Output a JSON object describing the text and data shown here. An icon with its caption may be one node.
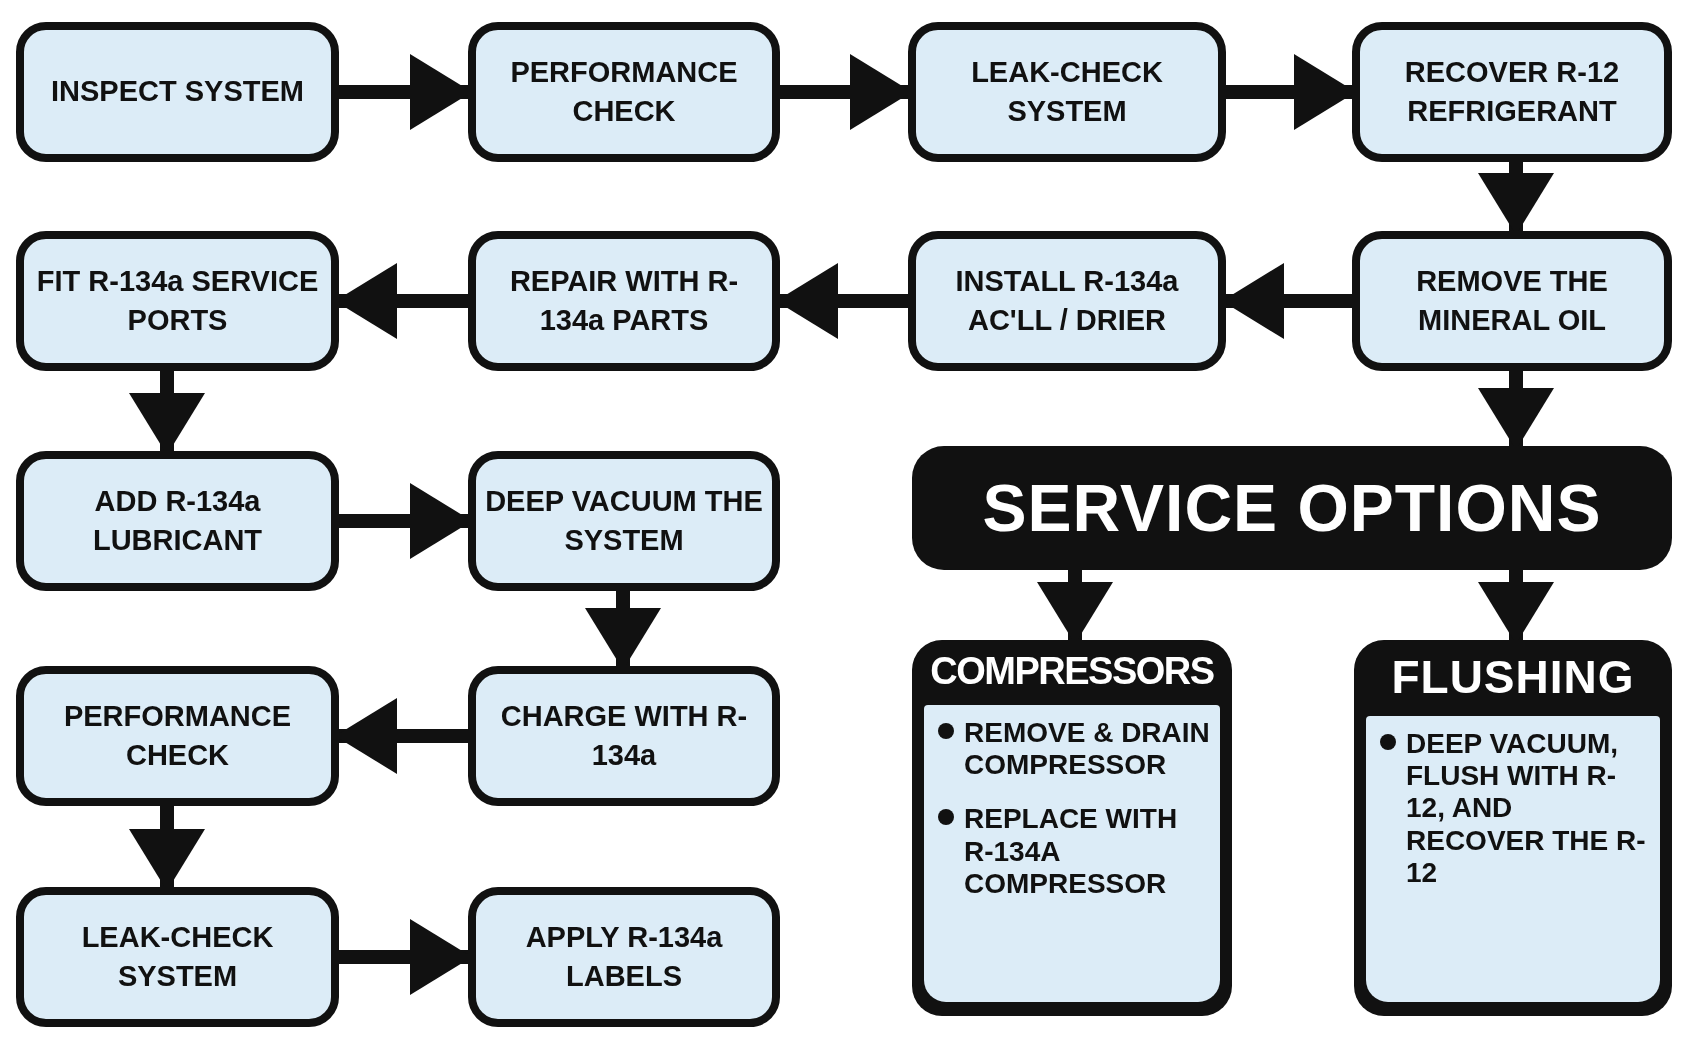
{
  "diagram": {
    "nodes": [
      {
        "text": [
          "INSPECT SYSTEM"
        ]
      },
      {
        "text": [
          "PERFORMANCE CHECK"
        ]
      },
      {
        "text": [
          "LEAK-CHECK SYSTEM"
        ]
      },
      {
        "text": [
          "RECOVER R-12 REFRIGERANT"
        ]
      },
      {
        "text": [
          "FIT R-134a SERVICE PORTS"
        ]
      },
      {
        "text": [
          "REPAIR WITH R-134a PARTS"
        ]
      },
      {
        "text": [
          "INSTALL R-134a AC'LL / DRIER"
        ]
      },
      {
        "text": [
          "REMOVE THE MINERAL OIL"
        ]
      },
      {
        "text": [
          "ADD R-134a LUBRICANT"
        ]
      },
      {
        "text": [
          "DEEP VACUUM THE SYSTEM"
        ]
      },
      {
        "text": [
          "SERVICE OPTIONS"
        ]
      },
      {
        "text": [
          "PERFORMANCE CHECK"
        ]
      },
      {
        "text": [
          "CHARGE WITH R-134a"
        ]
      },
      {
        "text": [
          "COMPRESSORS",
          "REMOVE & DRAIN COMPRESSOR",
          "REPLACE WITH R-134A COMPRESSOR"
        ]
      },
      {
        "text": [
          "FLUSHING",
          "DEEP VACUUM, FLUSH WITH R-12, AND RECOVER THE R-12"
        ]
      },
      {
        "text": [
          "LEAK-CHECK SYSTEM"
        ]
      },
      {
        "text": [
          "APPLY R-134a LABELS"
        ]
      }
    ],
    "edges": [
      {
        "from": 0,
        "to": 1,
        "arrow": "to"
      },
      {
        "from": 1,
        "to": 2,
        "arrow": "to"
      },
      {
        "from": 2,
        "to": 3,
        "arrow": "to"
      },
      {
        "from": 3,
        "to": 7,
        "arrow": "to"
      },
      {
        "from": 7,
        "to": 6,
        "arrow": "to"
      },
      {
        "from": 6,
        "to": 5,
        "arrow": "to"
      },
      {
        "from": 5,
        "to": 4,
        "arrow": "to"
      },
      {
        "from": 4,
        "to": 8,
        "arrow": "to"
      },
      {
        "from": 8,
        "to": 9,
        "arrow": "to"
      },
      {
        "from": 9,
        "to": 12,
        "arrow": "to"
      },
      {
        "from": 12,
        "to": 11,
        "arrow": "to"
      },
      {
        "from": 11,
        "to": 15,
        "arrow": "to"
      },
      {
        "from": 15,
        "to": 16,
        "arrow": "to"
      },
      {
        "from": 7,
        "to": 10,
        "arrow": "to"
      },
      {
        "from": 10,
        "to": 13,
        "arrow": "to"
      },
      {
        "from": 10,
        "to": 14,
        "arrow": "to"
      }
    ]
  }
}
